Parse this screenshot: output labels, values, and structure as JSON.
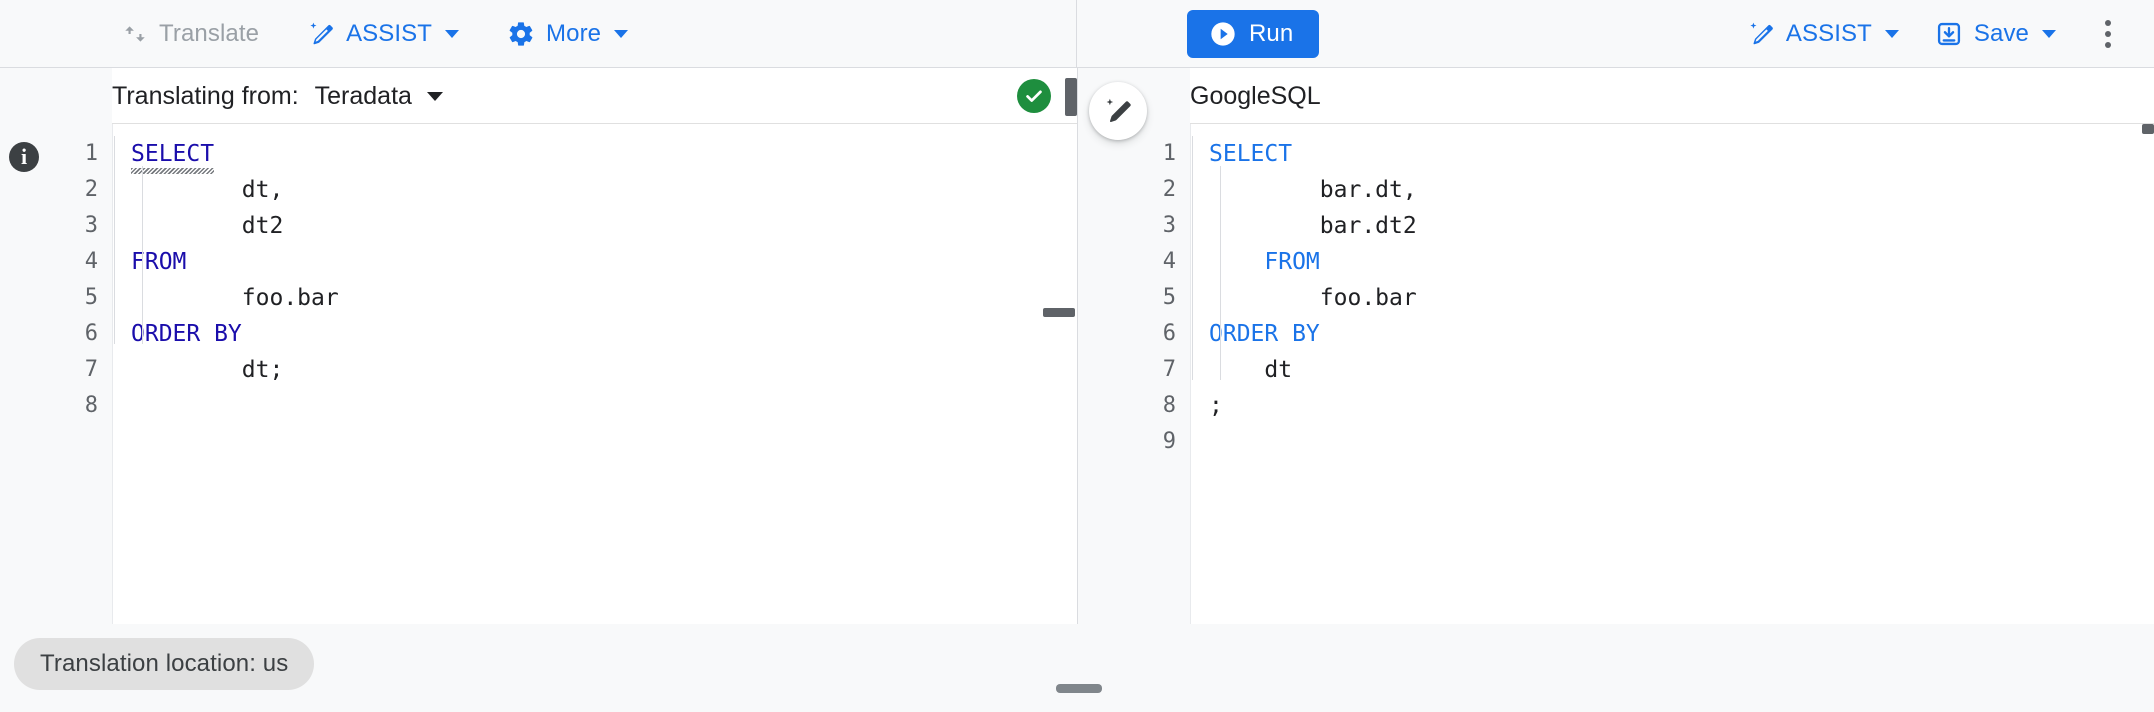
{
  "toolbar": {
    "left": [
      {
        "name": "translate",
        "label": "Translate",
        "icon": "translate-swap-icon",
        "disabled": true,
        "caret": false
      },
      {
        "name": "assist",
        "label": "ASSIST",
        "icon": "magic-wand-icon",
        "disabled": false,
        "caret": true
      },
      {
        "name": "more",
        "label": "More",
        "icon": "gear-icon",
        "disabled": false,
        "caret": true
      }
    ],
    "run_label": "Run",
    "run_icon": "play-circle-icon",
    "right": [
      {
        "name": "assist",
        "label": "ASSIST",
        "icon": "magic-wand-icon",
        "caret": true
      },
      {
        "name": "save",
        "label": "Save",
        "icon": "save-download-icon",
        "caret": true
      }
    ],
    "overflow_icon": "kebab-menu-icon"
  },
  "source_pane": {
    "header_label": "Translating from:",
    "dialect": "Teradata",
    "status_icon": "check-circle-icon",
    "status_color": "#1e8e3e",
    "warning_icon": "info-icon",
    "line_numbers": [
      "1",
      "2",
      "3",
      "4",
      "5",
      "6",
      "7",
      "8"
    ],
    "code_lines": [
      {
        "indent": 0,
        "kw": "SELECT",
        "rest": "",
        "squiggly": true
      },
      {
        "indent": 2,
        "kw": "",
        "rest": "dt,"
      },
      {
        "indent": 2,
        "kw": "",
        "rest": "dt2"
      },
      {
        "indent": 0,
        "kw": "FROM",
        "rest": ""
      },
      {
        "indent": 2,
        "kw": "",
        "rest": "foo.bar"
      },
      {
        "indent": 0,
        "kw": "ORDER BY",
        "rest": ""
      },
      {
        "indent": 2,
        "kw": "",
        "rest": "dt;"
      },
      {
        "indent": 0,
        "kw": "",
        "rest": ""
      }
    ]
  },
  "target_pane": {
    "dialect": "GoogleSQL",
    "fab_icon": "magic-wand-edit-icon",
    "line_numbers": [
      "1",
      "2",
      "3",
      "4",
      "5",
      "6",
      "7",
      "8",
      "9"
    ],
    "code_lines": [
      {
        "indent": 0,
        "kw": "SELECT",
        "rest": ""
      },
      {
        "indent": 2,
        "kw": "",
        "rest": "bar.dt,"
      },
      {
        "indent": 2,
        "kw": "",
        "rest": "bar.dt2"
      },
      {
        "indent": 1,
        "kw": "FROM",
        "rest": ""
      },
      {
        "indent": 2,
        "kw": "",
        "rest": "foo.bar"
      },
      {
        "indent": 0,
        "kw": "ORDER BY",
        "rest": ""
      },
      {
        "indent": 1,
        "kw": "",
        "rest": "dt"
      },
      {
        "indent": 0,
        "kw": "",
        "rest": ";"
      },
      {
        "indent": 0,
        "kw": "",
        "rest": ""
      }
    ]
  },
  "footer": {
    "location_label": "Translation location: us",
    "resize_handle": "horizontal-resize-handle"
  },
  "colors": {
    "accent": "#1a73e8",
    "keyword_source": "#1a0dab",
    "keyword_target": "#1a73e8",
    "success": "#1e8e3e",
    "disabled": "#9aa0a6",
    "chrome_bg": "#f8f9fa"
  }
}
